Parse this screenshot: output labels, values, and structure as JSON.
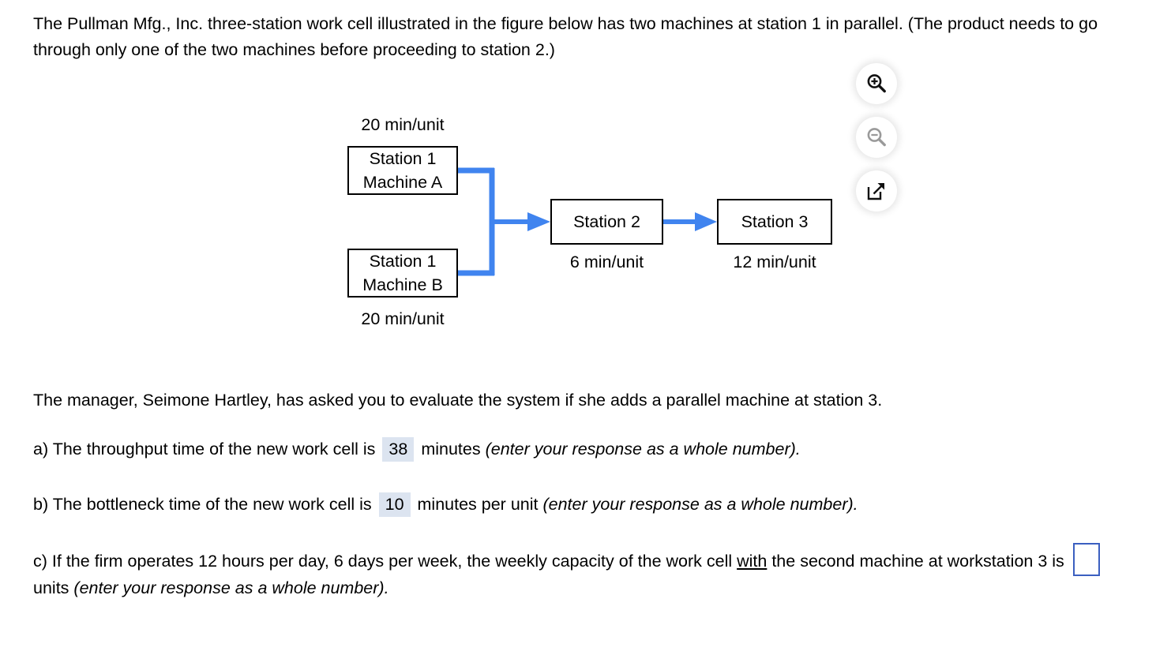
{
  "problem": {
    "intro": "The Pullman Mfg., Inc. three-station work cell illustrated in the figure below has two machines at station 1 in parallel. (The product needs to go through only one of the two machines before proceeding to station 2.)",
    "manager_line": "The manager, Seimone Hartley, has asked you to evaluate the system if she adds a parallel machine at station 3."
  },
  "icon_rail": {
    "zoom_in": "zoom-in-icon",
    "zoom_out": "zoom-out-icon",
    "open_new_window": "open-in-new-window-icon",
    "zoom_in_state": "enabled",
    "zoom_out_state": "disabled",
    "open_new_window_state": "enabled"
  },
  "diagram": {
    "nodes": [
      {
        "id": "s1a",
        "line1": "Station 1",
        "line2": "Machine A",
        "caption": "20 min/unit",
        "caption_pos": "above"
      },
      {
        "id": "s1b",
        "line1": "Station 1",
        "line2": "Machine B",
        "caption": "20 min/unit",
        "caption_pos": "below"
      },
      {
        "id": "s2",
        "line1": "Station 2",
        "line2": "",
        "caption": "6 min/unit",
        "caption_pos": "below"
      },
      {
        "id": "s3",
        "line1": "Station 3",
        "line2": "",
        "caption": "12 min/unit",
        "caption_pos": "below"
      }
    ],
    "arrow_color": "#4084ef",
    "box_border_color": "#000000"
  },
  "questions": [
    {
      "id": "a",
      "label": "a)",
      "text_before": "The throughput time of the new work cell is",
      "answer": "38",
      "answer_filled": true,
      "text_after": "minutes",
      "hint": "(enter your response as a whole number)."
    },
    {
      "id": "b",
      "label": "b)",
      "text_before": "The bottleneck time of the new work cell is",
      "answer": "10",
      "answer_filled": true,
      "text_after": "minutes per unit",
      "hint": "(enter your response as a whole number)."
    },
    {
      "id": "c",
      "label": "c)",
      "text_before_1": "If the firm operates 12 hours per day, 6 days per week, the weekly capacity of the work cell",
      "emphasis": "with",
      "text_before_2": "the second machine at workstation 3 is",
      "answer": "",
      "answer_filled": false,
      "text_after": "units",
      "hint": "(enter your response as a whole number)."
    }
  ]
}
